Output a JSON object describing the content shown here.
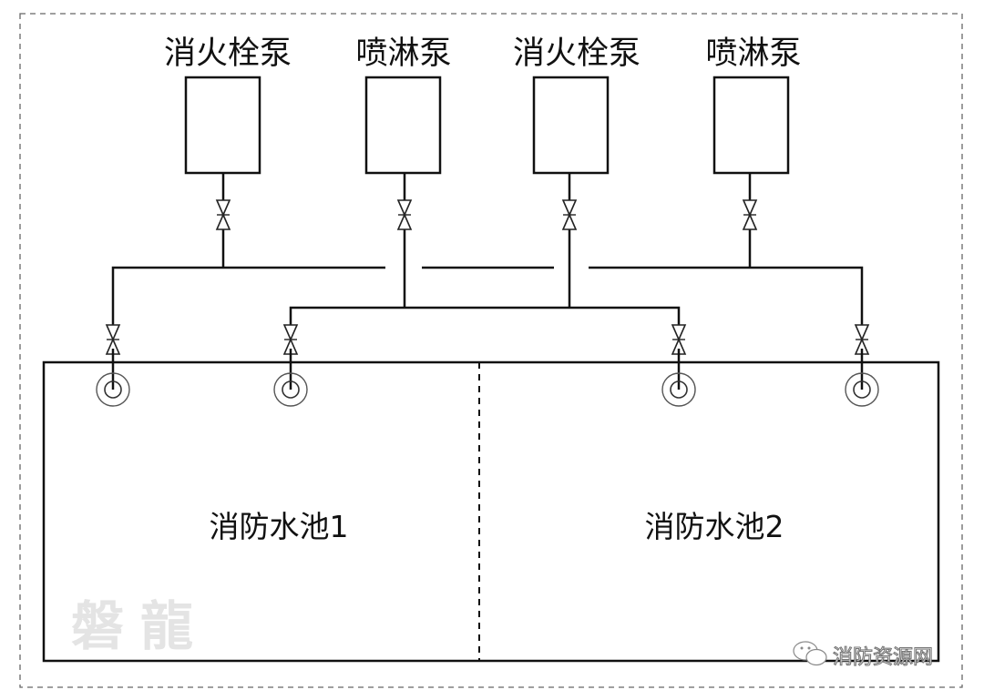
{
  "diagram": {
    "title": "消防水池吸水管布置示意",
    "pumps": [
      {
        "id": "pump-1",
        "label": "消火栓泵",
        "type": "hydrant"
      },
      {
        "id": "pump-2",
        "label": "喷淋泵",
        "type": "sprinkler"
      },
      {
        "id": "pump-3",
        "label": "消火栓泵",
        "type": "hydrant"
      },
      {
        "id": "pump-4",
        "label": "喷淋泵",
        "type": "sprinkler"
      }
    ],
    "pools": [
      {
        "id": "pool-1",
        "label": "消防水池1"
      },
      {
        "id": "pool-2",
        "label": "消防水池2"
      }
    ],
    "pump_valves": 4,
    "suction_valves": 4,
    "suction_inlets": 4,
    "watermark": "磐龍",
    "source_label": "消防资源网",
    "colors": {
      "line": "#111111",
      "frame": "#666666",
      "watermark": "#e4e4e4"
    }
  }
}
